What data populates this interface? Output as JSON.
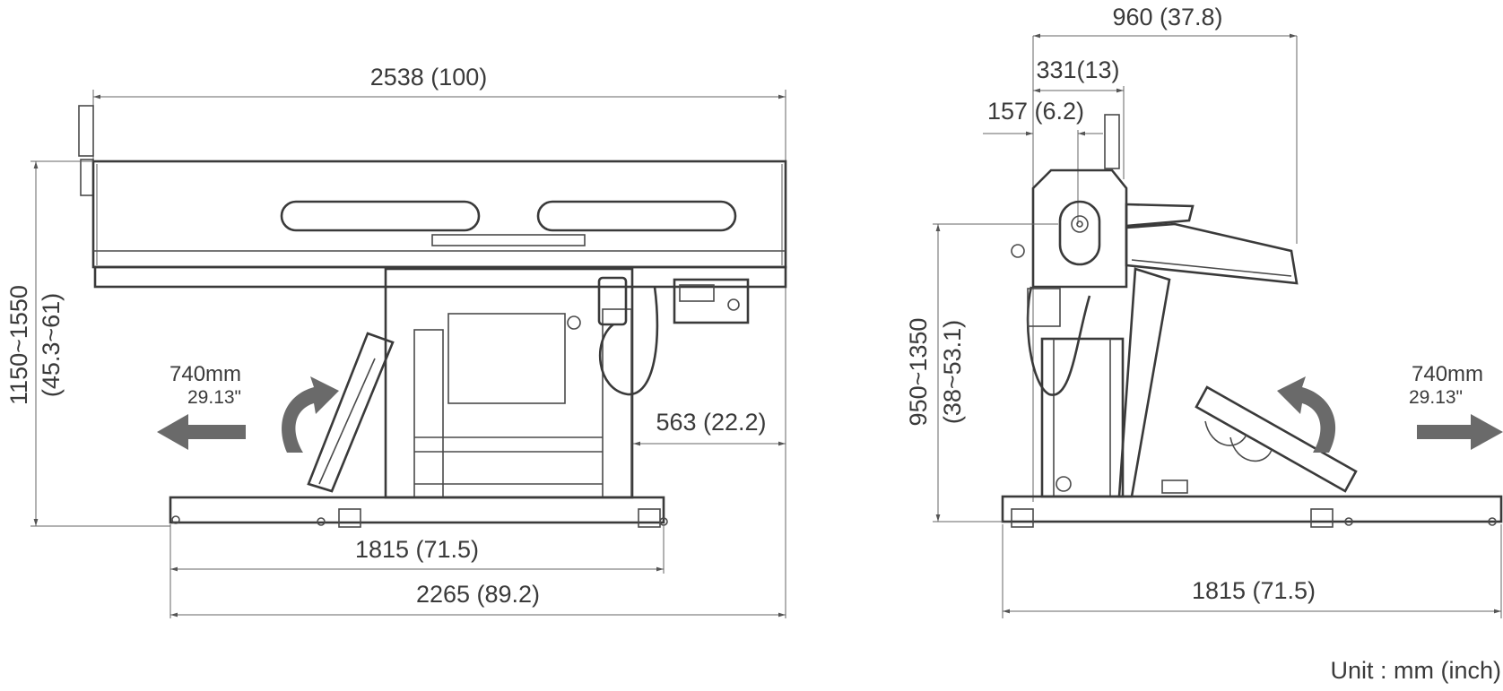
{
  "front_view": {
    "overall_length": "2538 (100)",
    "height_range_mm": "1150~1550",
    "height_range_in": "(45.3~61)",
    "swing_mm": "740mm",
    "swing_in": "29.13\"",
    "offset": "563 (22.2)",
    "base_inner": "1815 (71.5)",
    "base_outer": "2265 (89.2)"
  },
  "side_view": {
    "overall_depth": "960 (37.8)",
    "depth_mid": "331(13)",
    "depth_small": "157 (6.2)",
    "height_range_mm": "950~1350",
    "height_range_in": "(38~53.1)",
    "swing_mm": "740mm",
    "swing_in": "29.13\"",
    "base_width": "1815 (71.5)"
  },
  "unit_note": "Unit : mm (inch)"
}
